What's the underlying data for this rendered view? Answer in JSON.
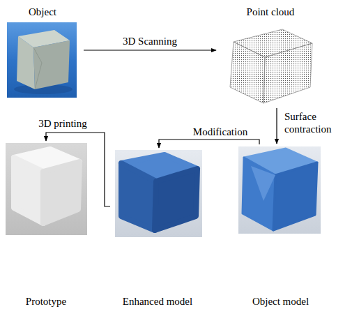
{
  "diagram": {
    "nodes": [
      {
        "text": [
          "Object"
        ]
      },
      {
        "text": [
          "Point cloud"
        ]
      },
      {
        "text": [
          "Prototype"
        ]
      },
      {
        "text": [
          "Enhanced model"
        ]
      },
      {
        "text": [
          "Object model"
        ]
      }
    ],
    "edges": [
      {
        "from": 0,
        "to": 1,
        "arrow": "to",
        "label": "3D Scanning"
      },
      {
        "from": 1,
        "to": 4,
        "arrow": "to",
        "label": "Surface contraction"
      },
      {
        "from": 4,
        "to": 3,
        "arrow": "to",
        "label": "Modification"
      },
      {
        "from": 3,
        "to": 2,
        "arrow": "to",
        "label": "3D printing"
      }
    ]
  }
}
